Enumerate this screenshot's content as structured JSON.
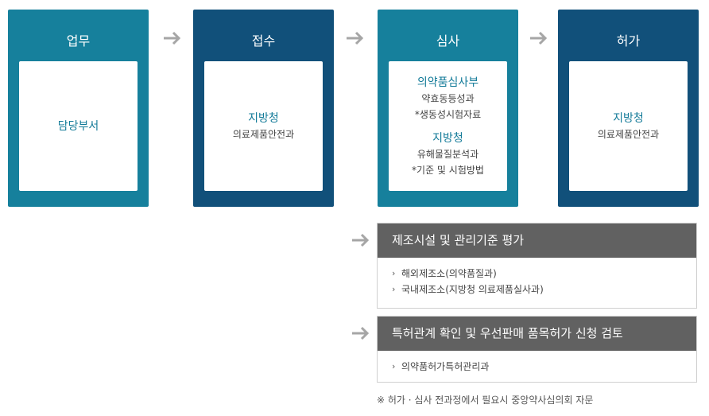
{
  "stages": [
    {
      "title": "업무",
      "lines": [
        {
          "text": "담당부서",
          "style": "head"
        }
      ]
    },
    {
      "title": "접수",
      "lines": [
        {
          "text": "지방청",
          "style": "head"
        },
        {
          "text": "의료제품안전과",
          "style": "sub"
        }
      ]
    },
    {
      "title": "심사",
      "lines": [
        {
          "text": "의약품심사부",
          "style": "head"
        },
        {
          "text": "약효동등성과",
          "style": "sub"
        },
        {
          "text": "*생동성시험자료",
          "style": "sub"
        },
        {
          "text": "지방청",
          "style": "head"
        },
        {
          "text": "유해물질분석과",
          "style": "sub"
        },
        {
          "text": "*기준 및 시험방법",
          "style": "sub"
        }
      ]
    },
    {
      "title": "허가",
      "lines": [
        {
          "text": "지방청",
          "style": "head"
        },
        {
          "text": "의료제품안전과",
          "style": "sub"
        }
      ]
    }
  ],
  "panels": [
    {
      "title": "제조시설 및 관리기준 평가",
      "items": [
        "해외제조소(의약품질과)",
        "국내제조소(지방청 의료제품실사과)"
      ]
    },
    {
      "title": "특허관계 확인 및 우선판매 품목허가 신청 검토",
      "items": [
        "의약품허가특허관리과"
      ]
    }
  ],
  "footnote": "※  허가 · 심사 전과정에서 필요시 중앙약사심의회 자문",
  "colors": {
    "teal": "#16809c",
    "navy": "#11507a",
    "panel_header": "#616161",
    "arrow": "#a6a6a6"
  },
  "icons": {
    "flow_arrow": "arrow-right-icon",
    "bullet": "chevron-right-icon"
  }
}
